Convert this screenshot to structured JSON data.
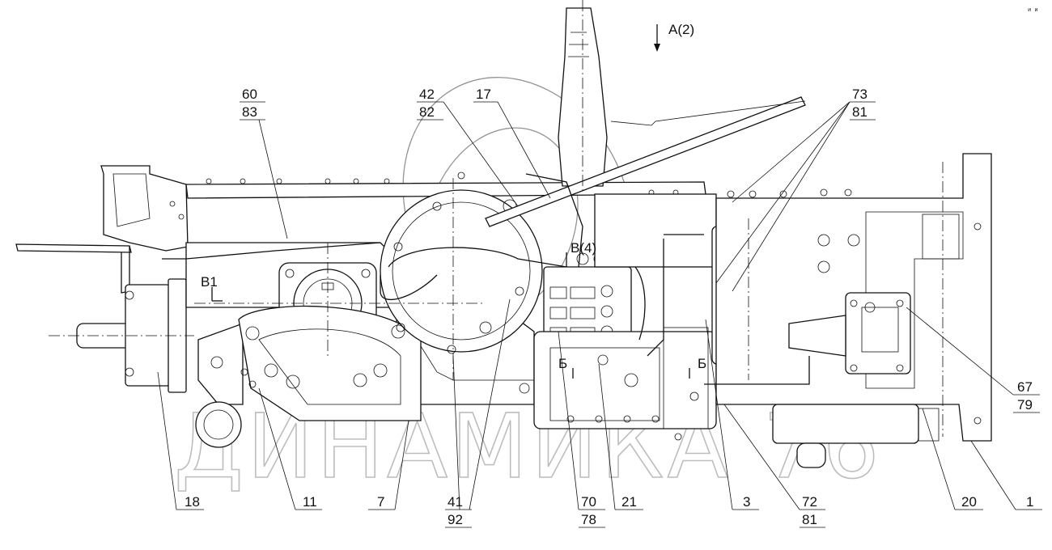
{
  "view_label": "A(2)",
  "section_labels": {
    "b1": "B1",
    "v4": "B(4)",
    "b_left": "Б",
    "b_right": "Б"
  },
  "watermark": "ДИНАМИКА 76",
  "corner_mark": "и и",
  "callouts": [
    {
      "id": "c60_83",
      "top": "60",
      "bottom": "83"
    },
    {
      "id": "c42_82",
      "top": "42",
      "bottom": "82"
    },
    {
      "id": "c17",
      "top": "17"
    },
    {
      "id": "c73_81",
      "top": "73",
      "bottom": "81"
    },
    {
      "id": "c67_79",
      "top": "67",
      "bottom": "79"
    },
    {
      "id": "c18",
      "top": "18"
    },
    {
      "id": "c11",
      "top": "11"
    },
    {
      "id": "c7",
      "top": "7"
    },
    {
      "id": "c41_92",
      "top": "41",
      "bottom": "92"
    },
    {
      "id": "c70_78",
      "top": "70",
      "bottom": "78"
    },
    {
      "id": "c21",
      "top": "21"
    },
    {
      "id": "c3",
      "top": "3"
    },
    {
      "id": "c72_81",
      "top": "72",
      "bottom": "81"
    },
    {
      "id": "c20",
      "top": "20"
    },
    {
      "id": "c1",
      "top": "1"
    }
  ]
}
